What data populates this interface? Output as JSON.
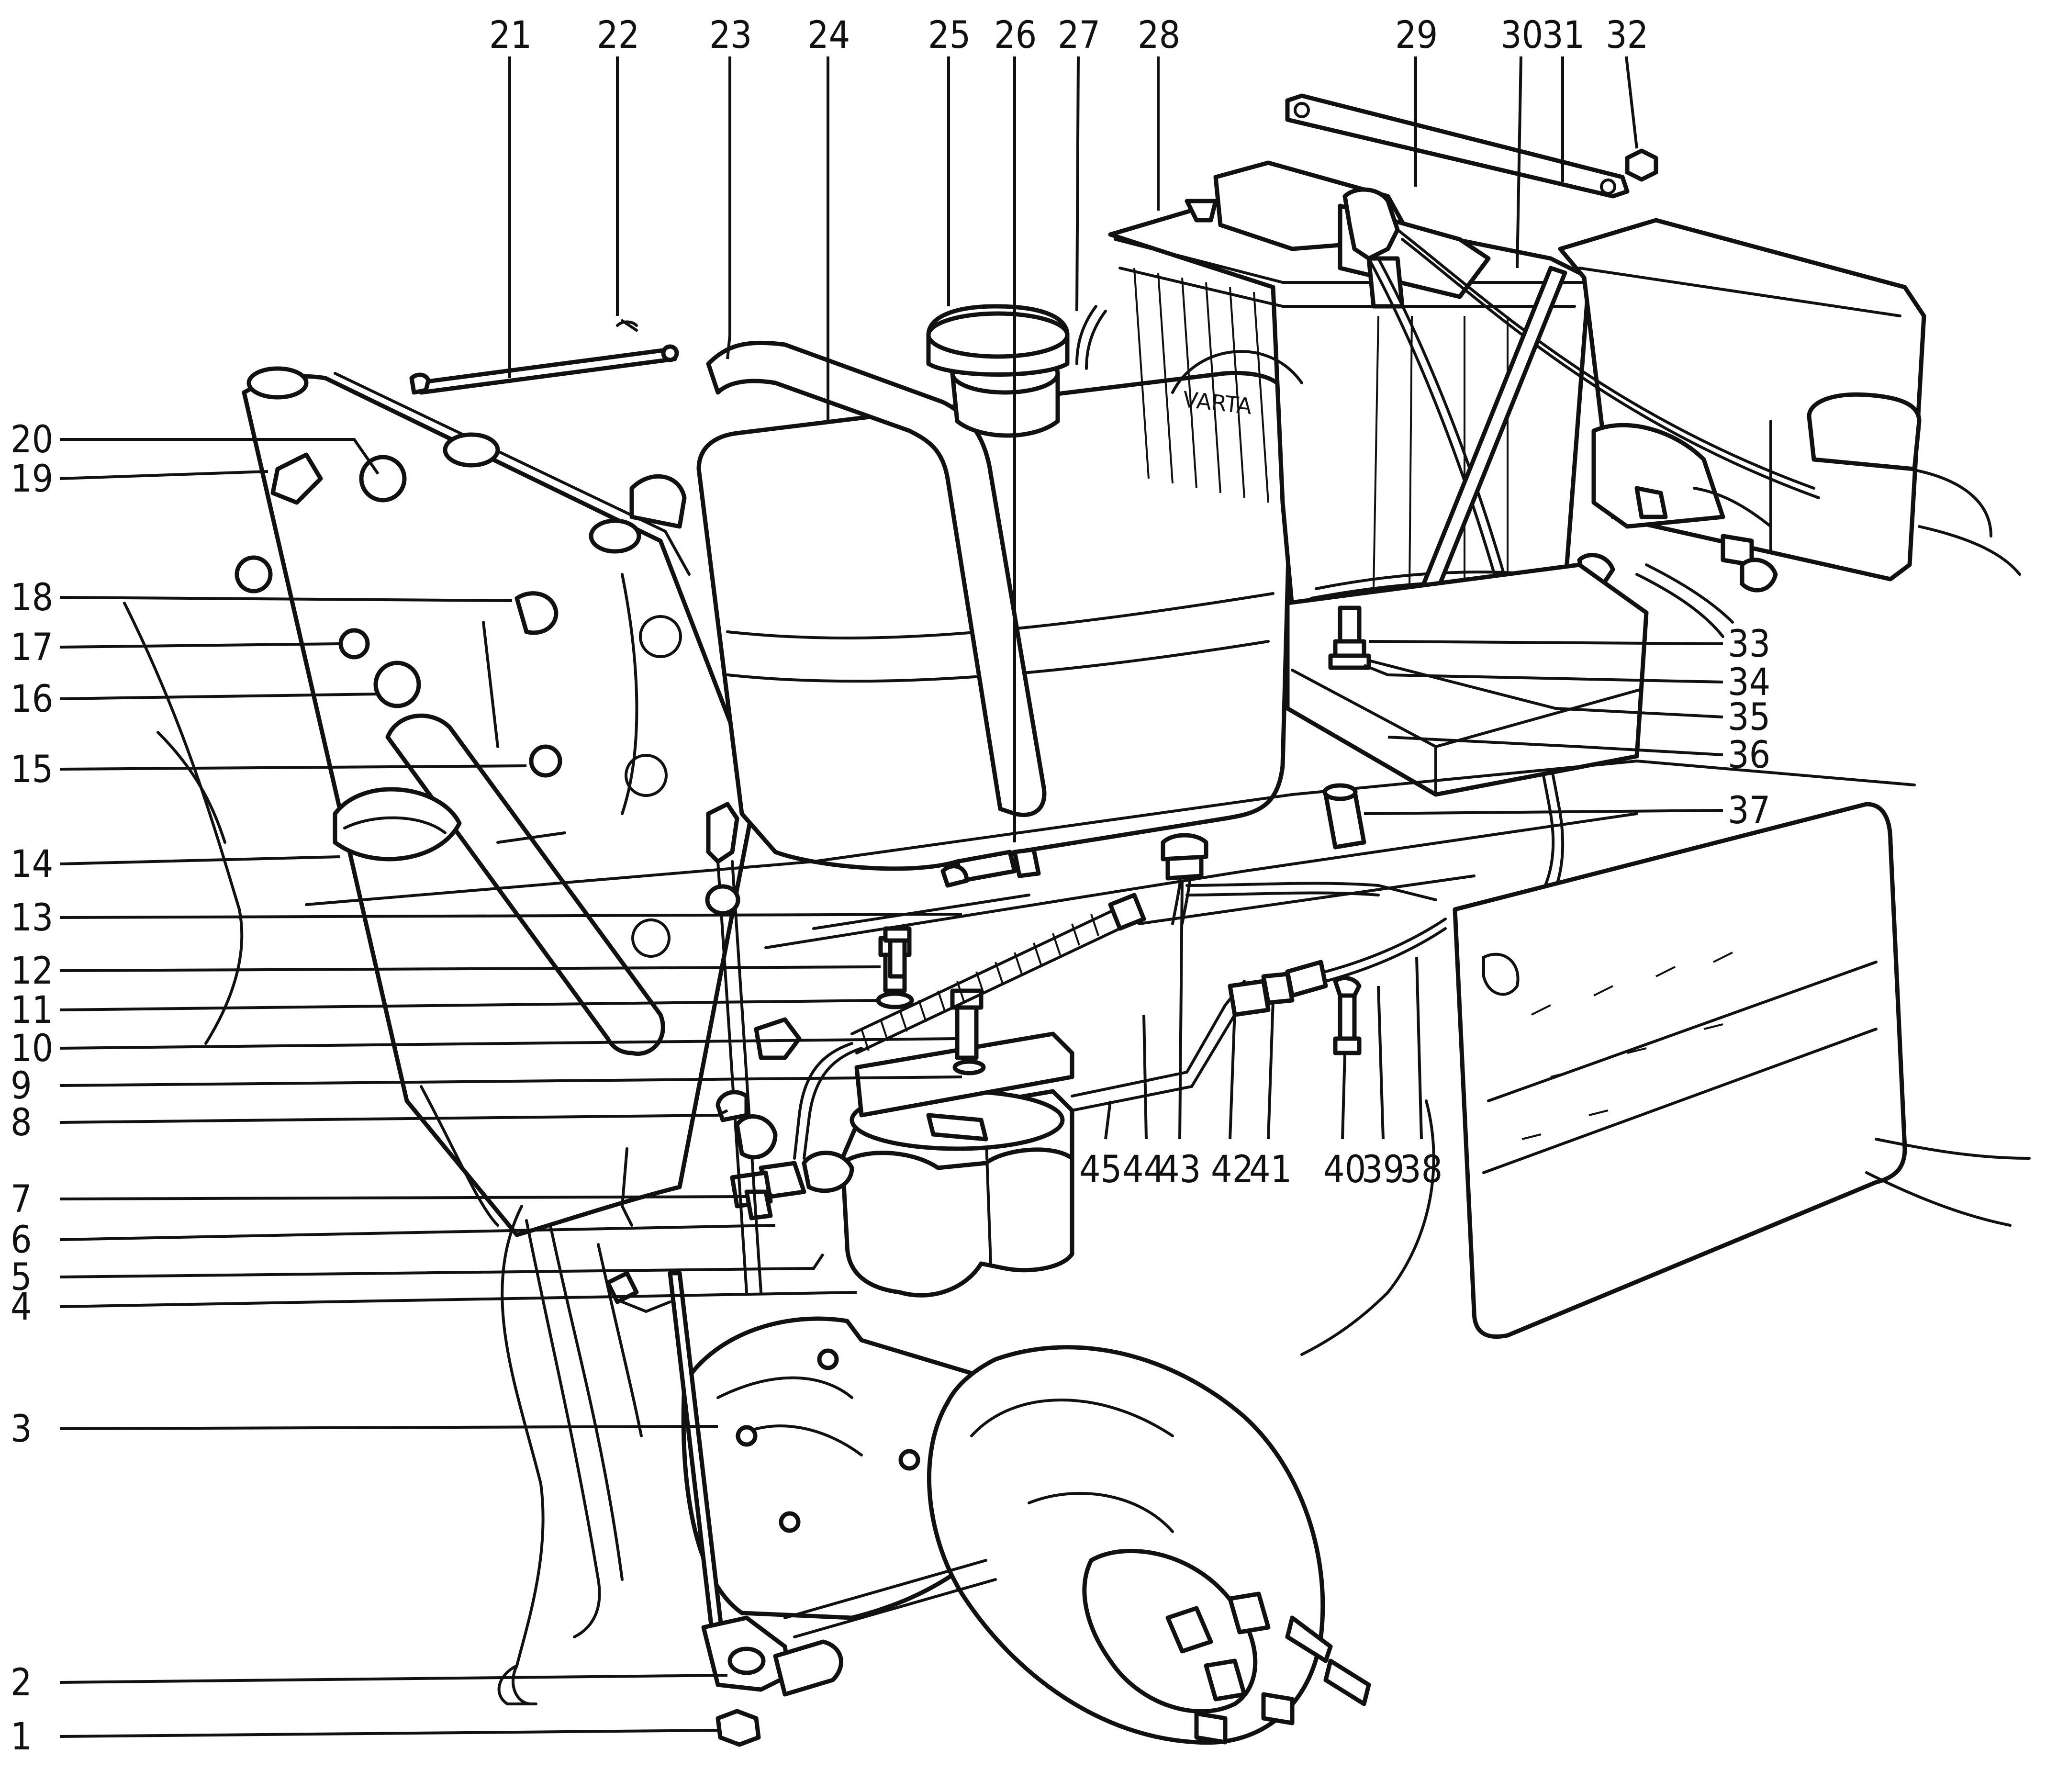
{
  "callouts": {
    "left": [
      "20",
      "19",
      "18",
      "17",
      "16",
      "15",
      "14",
      "13",
      "12",
      "11",
      "10",
      "9",
      "8",
      "7",
      "6",
      "5",
      "4",
      "3",
      "2",
      "1"
    ],
    "top": [
      "21",
      "22",
      "23",
      "24",
      "25",
      "26",
      "27",
      "28",
      "29",
      "30",
      "31",
      "32"
    ],
    "right": [
      "33",
      "34",
      "35",
      "36",
      "37"
    ],
    "bottom_row": [
      "45",
      "44",
      "43",
      "42",
      "41",
      "40",
      "39",
      "38"
    ]
  },
  "colors": {
    "ink": "#111111",
    "paper": "#ffffff"
  },
  "battery_mark": "VARTA"
}
